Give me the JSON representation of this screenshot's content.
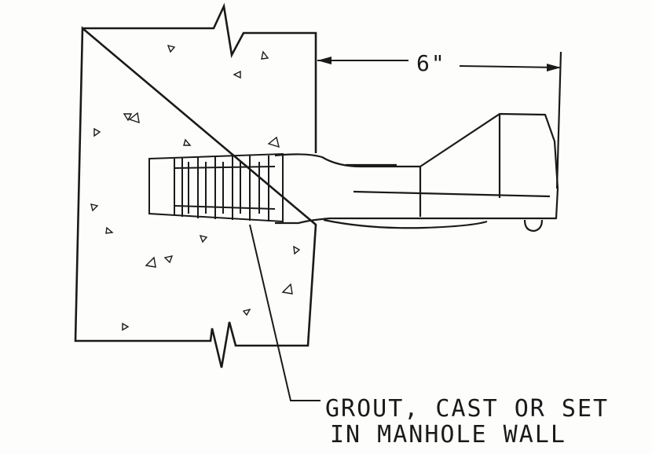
{
  "drawing": {
    "dimension_label": "6\"",
    "callout_line_1": "GROUT, CAST OR SET",
    "callout_line_2": "IN MANHOLE WALL",
    "colors": {
      "ink": "#1a1a1a",
      "paper": "#fdfdfc"
    }
  }
}
